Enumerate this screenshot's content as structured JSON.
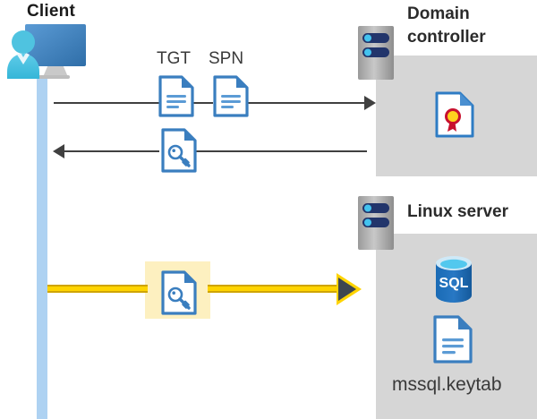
{
  "diagram": {
    "title": "Kerberos authentication flow between client, domain controller and Linux SQL Server",
    "type": "sequence-flow",
    "background_color": "#ffffff",
    "accent_colors": {
      "panel_gray": "#d6d6d6",
      "lifeline_blue": "#aed2f2",
      "flow_yellow": "#ffd400",
      "highlight_yellow": "#fdf0c0",
      "connector_gray": "#404040",
      "doc_blue": "#3a7ebf",
      "sql_blue": "#1f6bb0",
      "cert_red": "#c8102e",
      "cert_gold": "#ffd21e"
    }
  },
  "actors": {
    "client": {
      "label": "Client",
      "icon": "user-computer-icon",
      "lifeline": "client-lifeline"
    },
    "domain_controller": {
      "label": "Domain controller",
      "icon": "server-rack-icon",
      "panel_icons": [
        {
          "name": "certificate-document-icon",
          "label": ""
        }
      ]
    },
    "linux_server": {
      "label": "Linux server",
      "icon": "server-rack-icon",
      "panel_icons": [
        {
          "name": "sql-database-icon",
          "label": "SQL"
        },
        {
          "name": "keytab-document-icon",
          "label": "mssql.keytab"
        }
      ]
    }
  },
  "messages": [
    {
      "id": "request",
      "direction": "client-to-domain-controller",
      "style": "thin-gray-arrow",
      "payload_labels": [
        "TGT",
        "SPN"
      ],
      "payload_icons": [
        "document-lines-icon",
        "document-lines-icon"
      ]
    },
    {
      "id": "response",
      "direction": "domain-controller-to-client",
      "style": "thin-gray-arrow",
      "payload_labels": [],
      "payload_icons": [
        "document-key-icon"
      ]
    },
    {
      "id": "service-ticket",
      "direction": "client-to-linux-server",
      "style": "thick-yellow-arrow",
      "payload_labels": [],
      "payload_icons": [
        "document-key-icon"
      ],
      "highlighted": true
    }
  ],
  "labels": {
    "tgt": "TGT",
    "spn": "SPN",
    "sql": "SQL",
    "keytab_file": "mssql.keytab",
    "client": "Client",
    "domain_controller_line1": "Domain",
    "domain_controller_line2": "controller",
    "linux_server": "Linux server"
  }
}
